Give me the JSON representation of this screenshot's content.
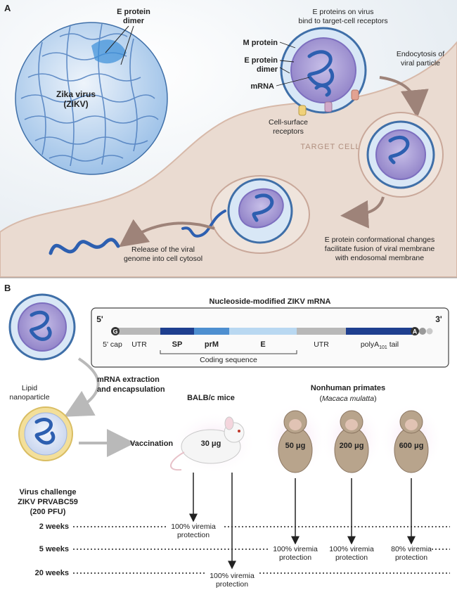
{
  "panel_a": {
    "letter": "A",
    "zika": {
      "name_line1": "Zika virus",
      "name_line2": "(ZIKV)",
      "dimer_line1": "E protein",
      "dimer_line2": "dimer"
    },
    "bind_line1": "E proteins on virus",
    "bind_line2": "bind to target-cell receptors",
    "m_protein": "M protein",
    "e_dimer_line1": "E protein",
    "e_dimer_line2": "dimer",
    "mrna": "mRNA",
    "receptors_line1": "Cell-surface",
    "receptors_line2": "receptors",
    "target_cell": "TARGET CELL",
    "endo_line1": "Endocytosis of",
    "endo_line2": "viral particle",
    "fusion_line1": "E protein conformational changes",
    "fusion_line2": "facilitate fusion of viral membrane",
    "fusion_line3": "with endosomal membrane",
    "release_line1": "Release of the viral",
    "release_line2": "genome into cell cytosol"
  },
  "panel_b": {
    "letter": "B",
    "mrna_title": "Nucleoside-modified ZIKV mRNA",
    "five_prime": "5'",
    "three_prime": "3'",
    "cap_letter": "G",
    "tail_letter": "A",
    "cap": "5' cap",
    "utr_left": "UTR",
    "sp": "SP",
    "prm": "prM",
    "e": "E",
    "utr_right": "UTR",
    "polya": "polyA",
    "polya_sub": "101",
    "polya_tail": " tail",
    "coding": "Coding sequence",
    "lnp_line1": "Lipid",
    "lnp_line2": "nanoparticle",
    "extract_line1": "mRNA extraction",
    "extract_line2": "and encapsulation",
    "vaccination": "Vaccination",
    "mice_label": "BALB/c mice",
    "primates_label": "Nonhuman primates",
    "primates_species": "Macaca mulatta",
    "dose_mouse": "30 μg",
    "dose_p1": "50 μg",
    "dose_p2": "200 μg",
    "dose_p3": "600 μg",
    "challenge_line1": "Virus challenge",
    "challenge_line2": "ZIKV PRVABC59",
    "challenge_line3": "(200 PFU)",
    "weeks": [
      "2 weeks",
      "5 weeks",
      "20 weeks"
    ],
    "prot_2wk_line1": "100% viremia",
    "prot_2wk_line2": "protection",
    "prot_p1_line1": "100% viremia",
    "prot_p1_line2": "protection",
    "prot_p2_line1": "100% viremia",
    "prot_p2_line2": "protection",
    "prot_p3_line1": "80% viremia",
    "prot_p3_line2": "protection",
    "prot_20wk_line1": "100% viremia",
    "prot_20wk_line2": "protection"
  },
  "colors": {
    "virus_blue": "#5b93cf",
    "capsid_purple": "#a99ad6",
    "cell_tan": "#eadbd1",
    "arrow_brown": "#9e8379",
    "mrna_dark_blue": "#1f3f8f",
    "mrna_light_blue": "#b9d8f1"
  }
}
